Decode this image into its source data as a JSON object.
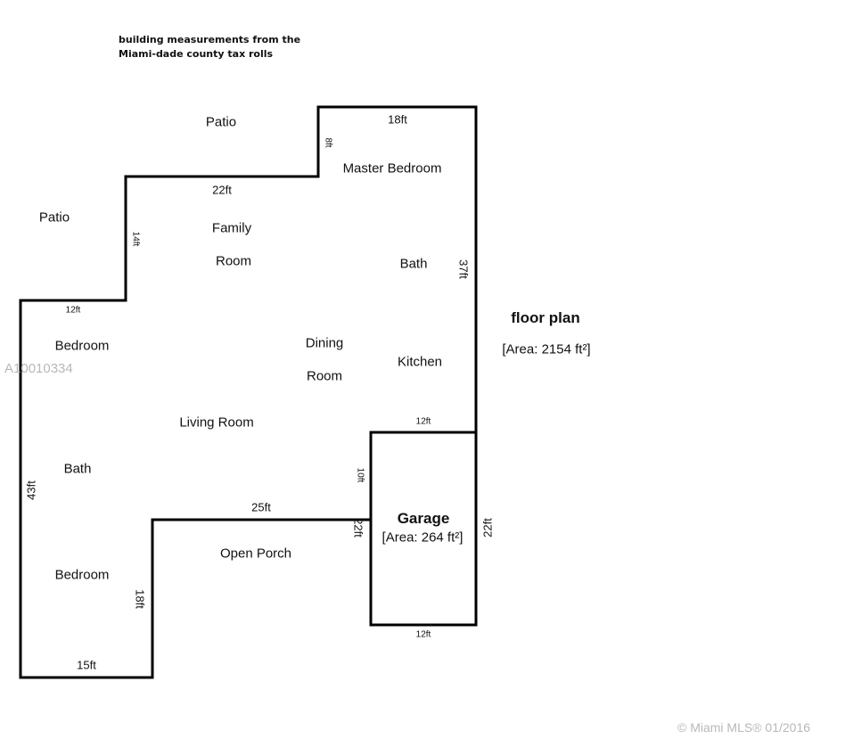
{
  "note": {
    "line1": "building measurements from the",
    "line2": "Miami-dade county tax rolls"
  },
  "rooms": {
    "patio_top": "Patio",
    "patio_left": "Patio",
    "master_bedroom": "Master Bedroom",
    "family": "Family",
    "room1": "Room",
    "bath_top": "Bath",
    "bedroom_top": "Bedroom",
    "dining": "Dining",
    "room2": "Room",
    "kitchen": "Kitchen",
    "living_room": "Living Room",
    "bath_left": "Bath",
    "bedroom_bottom": "Bedroom",
    "open_porch": "Open Porch"
  },
  "garage": {
    "label": "Garage",
    "area": "[Area: 264 ft²]"
  },
  "floor_plan": {
    "title": "floor plan",
    "area": "[Area: 2154 ft²]"
  },
  "dimensions": {
    "top": "18ft",
    "d8": "8ft",
    "d22a": "22ft",
    "d14": "14ft",
    "d37": "37ft",
    "d12a": "12ft",
    "d12b": "12ft",
    "d10": "10ft",
    "d25": "25ft",
    "d22b": "22ft",
    "d22c": "22ft",
    "d43": "43ft",
    "d18": "18ft",
    "d12c": "12ft",
    "d15": "15ft"
  },
  "watermark": {
    "id": "A10010334",
    "copyright": "© Miami MLS® 01/2016"
  }
}
